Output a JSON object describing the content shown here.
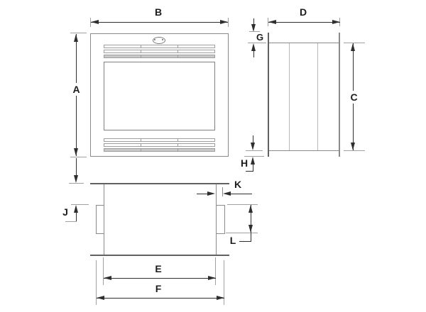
{
  "labels": {
    "A": "A",
    "B": "B",
    "C": "C",
    "D": "D",
    "E": "E",
    "F": "F",
    "G": "G",
    "H": "H",
    "J": "J",
    "K": "K",
    "L": "L"
  },
  "colors": {
    "background": "#ffffff",
    "object_line": "#8a8a8a",
    "object_line_dark": "#616161",
    "inner_line": "#b8b8b8",
    "extension_line": "#a0a0a0",
    "dimension_line": "#2e2e2e",
    "label_color": "#1c1c1c",
    "louver_fill": "#c9c9c9",
    "louver_line": "#9e9e9e"
  }
}
